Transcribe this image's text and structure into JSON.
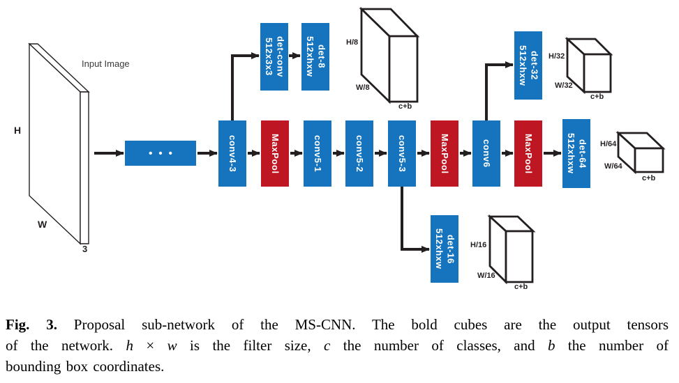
{
  "colors": {
    "node_blue": "#1574BD",
    "node_red": "#BE1622",
    "line_black": "#231F20",
    "label_text": "#ffffff"
  },
  "input": {
    "caption": "Input Image",
    "height_label": "H",
    "width_label": "W",
    "depth_label": "3",
    "dots": "•••"
  },
  "nodes": {
    "conv4_3": "conv4-3",
    "maxpool1": "MaxPool",
    "conv5_1": "conv5-1",
    "conv5_2": "conv5-2",
    "conv5_3": "conv5-3",
    "maxpool2": "MaxPool",
    "conv6": "conv6",
    "maxpool3": "MaxPool",
    "det_conv": {
      "l1": "det-conv",
      "l2": "512x3x3"
    },
    "det_8": {
      "l1": "det-8",
      "l2": "512xhxw"
    },
    "det_16": {
      "l1": "det-16",
      "l2": "512xhxw"
    },
    "det_32": {
      "l1": "det-32",
      "l2": "512xhxw"
    },
    "det_64": {
      "l1": "det-64",
      "l2": "512xhxw"
    }
  },
  "cubes": {
    "c8": {
      "h": "H/8",
      "w": "W/8",
      "d": "c+b"
    },
    "c16": {
      "h": "H/16",
      "w": "W/16",
      "d": "c+b"
    },
    "c32": {
      "h": "H/32",
      "w": "W/32",
      "d": "c+b"
    },
    "c64": {
      "h": "H/64",
      "w": "W/64",
      "d": "c+b"
    }
  },
  "caption": {
    "fig": "Fig. 3.",
    "l1": " Proposal sub-network of the MS-CNN. The bold cubes are the output tensors",
    "l2a": "of the network. ",
    "l2b": "h",
    "l2c": " × ",
    "l2d": "w",
    "l2e": " is the filter size, ",
    "l2f": "c",
    "l2g": " the number of classes, and ",
    "l2h": "b",
    "l2i": " the number of",
    "l3": "bounding box coordinates."
  }
}
